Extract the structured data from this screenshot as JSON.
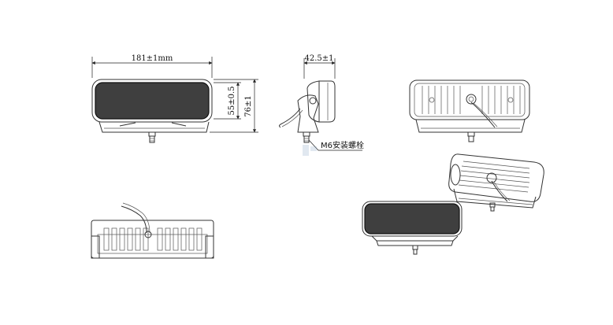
{
  "front_view": {
    "width_label": "181±1mm",
    "lens_height_label": "55±0.5",
    "overall_height_label": "76±1"
  },
  "side_view": {
    "depth_label": "42.5±1",
    "bolt_callout": "M6安装螺栓"
  },
  "colors": {
    "line": "#333333",
    "lens": "#3f3f3f",
    "background": "#ffffff"
  }
}
